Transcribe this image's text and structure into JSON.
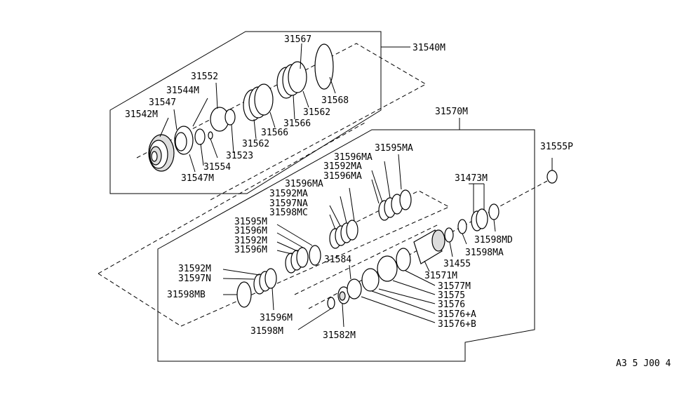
{
  "groups": {
    "top": "31540M",
    "bottom": "31570M",
    "right": "31555P"
  },
  "labels": {
    "l31567": "31567",
    "l31552": "31552",
    "l31544m": "31544M",
    "l31547": "31547",
    "l31542m": "31542M",
    "l31568": "31568",
    "l31562a": "31562",
    "l31566a": "31566",
    "l31566b": "31566",
    "l31562b": "31562",
    "l31523": "31523",
    "l31554": "31554",
    "l31547m": "31547M",
    "l31595ma": "31595MA",
    "l31596ma1": "31596MA",
    "l31592ma1": "31592MA",
    "l31596ma2": "31596MA",
    "l31596ma3": "31596MA",
    "l31592ma2": "31592MA",
    "l31597na": "31597NA",
    "l31598mc": "31598MC",
    "l31595m": "31595M",
    "l31596m1": "31596M",
    "l31592m1": "31592M",
    "l31596m2": "31596M",
    "l31592m2": "31592M",
    "l31597n": "31597N",
    "l31598mb": "31598MB",
    "l31596m3": "31596M",
    "l31598m": "31598M",
    "l31582m": "31582M",
    "l31584": "31584",
    "l31473m": "31473M",
    "l31598md": "31598MD",
    "l31598ma": "31598MA",
    "l31455": "31455",
    "l31571m": "31571M",
    "l31577m": "31577M",
    "l31575": "31575",
    "l31576": "31576",
    "l31576a": "31576+A",
    "l31576b": "31576+B"
  },
  "diagram_code": "A3 5 J00 4"
}
